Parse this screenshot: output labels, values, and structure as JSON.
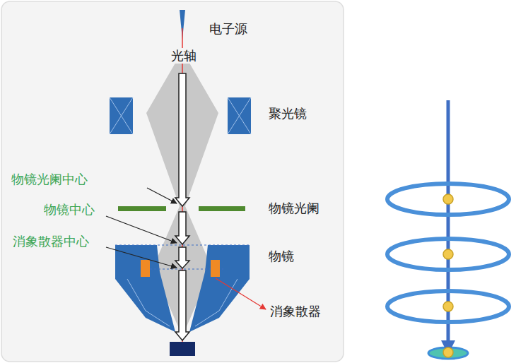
{
  "diagram": {
    "labels": [
      "电子源",
      "光轴",
      "聚光镜",
      "物镜光阑中心",
      "物镜光阑",
      "物镜中心",
      "物镜",
      "消象散器中心",
      "消象散器"
    ]
  }
}
